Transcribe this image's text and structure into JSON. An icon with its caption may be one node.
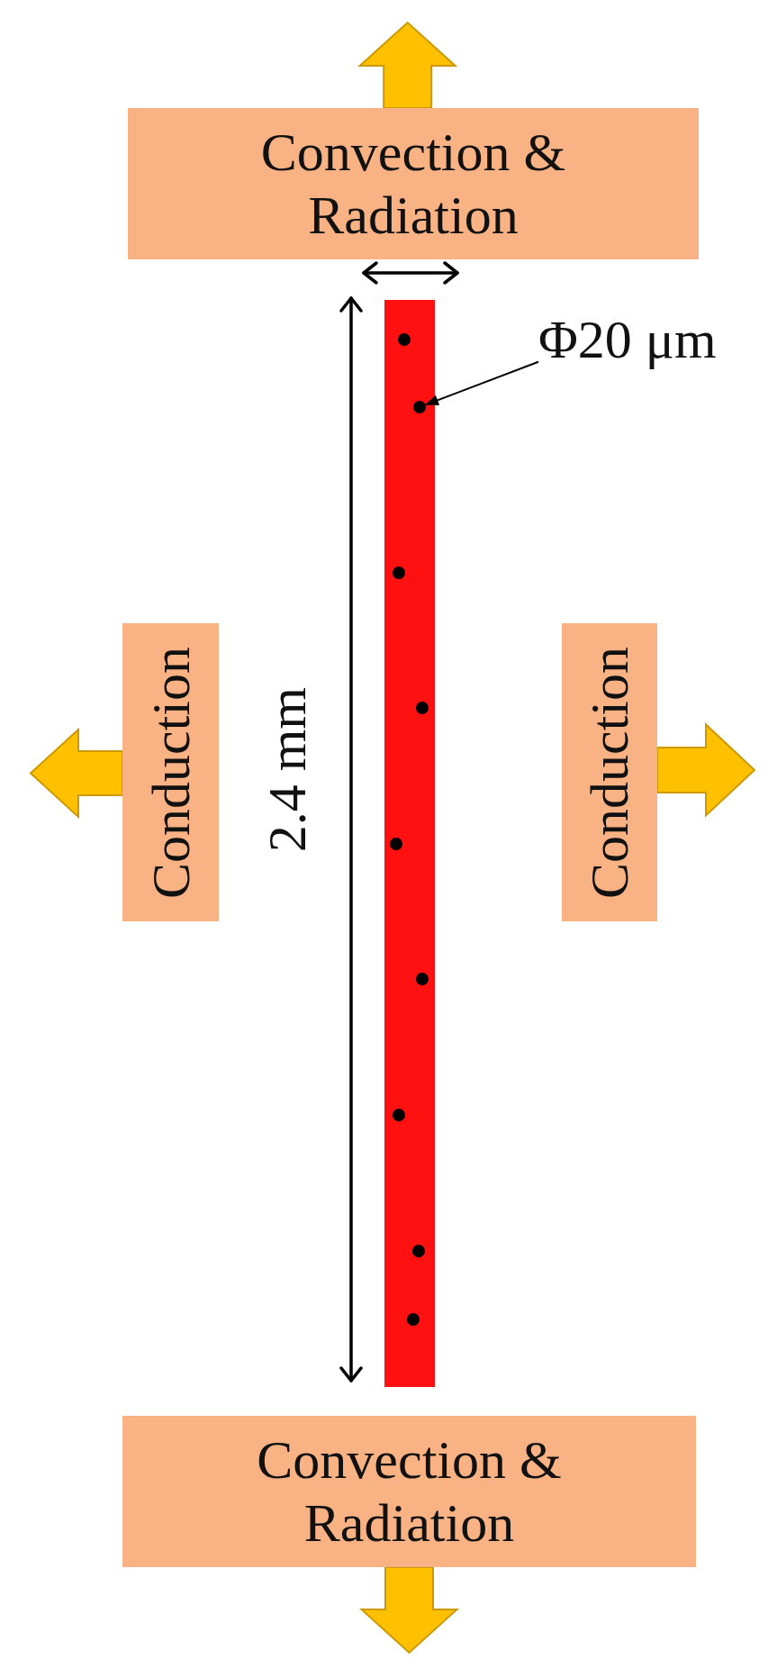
{
  "diagram": {
    "nodes": [
      {
        "text": [
          "Convection & Radiation"
        ]
      },
      {
        "text": [
          "Φ20 μm"
        ]
      },
      {
        "text": [],
        "shape": "circle"
      },
      {
        "text": [
          "Conduction"
        ]
      },
      {
        "text": [
          "Conduction"
        ]
      },
      {
        "text": [
          "Convection & Radiation"
        ]
      }
    ],
    "edges": [
      {
        "from": 0,
        "to": null,
        "arrow": "to",
        "style": "thick",
        "color": "#ffc000"
      },
      {
        "from": 1,
        "to": 2,
        "arrow": "to"
      },
      {
        "from": 3,
        "to": null,
        "arrow": "to",
        "style": "thick",
        "color": "#ffc000"
      },
      {
        "from": 4,
        "to": null,
        "arrow": "to",
        "style": "thick",
        "color": "#ffc000"
      },
      {
        "from": 5,
        "to": null,
        "arrow": "to",
        "style": "thick",
        "color": "#ffc000"
      }
    ],
    "labels": [
      "2.4 mm"
    ]
  }
}
